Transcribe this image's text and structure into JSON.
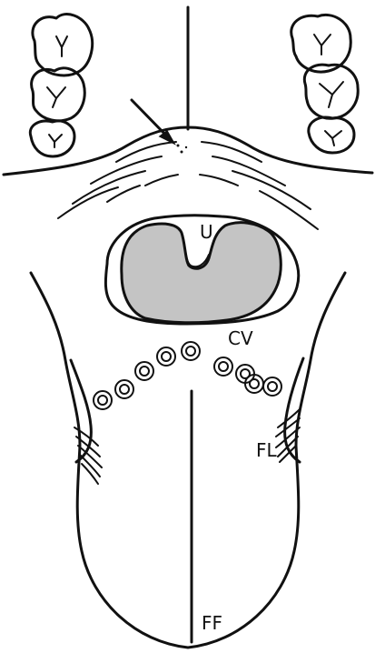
{
  "labels": {
    "uvula": "U",
    "circumvallate": "CV",
    "foliate": "FL",
    "fissure": "FF"
  },
  "colors": {
    "ink": "#111111",
    "throat_fill": "#c4c4c4",
    "background": "#ffffff"
  }
}
